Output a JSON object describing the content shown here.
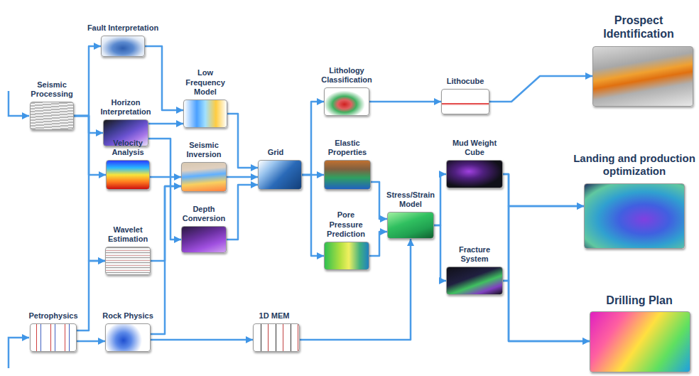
{
  "diagram": {
    "nodes": [
      {
        "text": [
          "Fault Interpretation"
        ]
      },
      {
        "text": [
          "Seismic Processing"
        ]
      },
      {
        "text": [
          "Horizon Interpretation"
        ]
      },
      {
        "text": [
          "Velocity Analysis"
        ]
      },
      {
        "text": [
          "Wavelet Estimation"
        ]
      },
      {
        "text": [
          "Petrophysics"
        ]
      },
      {
        "text": [
          "Rock Physics"
        ]
      },
      {
        "text": [
          "Low Frequency Model"
        ]
      },
      {
        "text": [
          "Seismic Inversion"
        ]
      },
      {
        "text": [
          "Depth Conversion"
        ]
      },
      {
        "text": [
          "Grid"
        ]
      },
      {
        "text": [
          "1D MEM"
        ]
      },
      {
        "text": [
          "Lithology Classification"
        ]
      },
      {
        "text": [
          "Elastic Properties"
        ]
      },
      {
        "text": [
          "Pore Pressure Prediction"
        ]
      },
      {
        "text": [
          "Lithocube"
        ]
      },
      {
        "text": [
          "Stress/Strain Model"
        ]
      },
      {
        "text": [
          "Mud Weight Cube"
        ]
      },
      {
        "text": [
          "Fracture System"
        ]
      },
      {
        "text": [
          "Prospect Identification"
        ]
      },
      {
        "text": [
          "Landing and production optimization"
        ]
      },
      {
        "text": [
          "Drilling Plan"
        ]
      }
    ],
    "edges": [
      {
        "from": 1,
        "to": 0,
        "arrow": "to"
      },
      {
        "from": 1,
        "to": 2,
        "arrow": "to"
      },
      {
        "from": 1,
        "to": 3,
        "arrow": "to"
      },
      {
        "from": 1,
        "to": 4,
        "arrow": "to"
      },
      {
        "from": 5,
        "to": 4,
        "arrow": "to"
      },
      {
        "from": 5,
        "to": 6,
        "arrow": "to"
      },
      {
        "from": 0,
        "to": 7,
        "arrow": "to"
      },
      {
        "from": 2,
        "to": 7,
        "arrow": "to"
      },
      {
        "from": 2,
        "to": 9,
        "arrow": "to"
      },
      {
        "from": 3,
        "to": 8,
        "arrow": "to"
      },
      {
        "from": 4,
        "to": 8,
        "arrow": "to"
      },
      {
        "from": 6,
        "to": 8,
        "arrow": "to"
      },
      {
        "from": 6,
        "to": 11,
        "arrow": "to"
      },
      {
        "from": 7,
        "to": 10,
        "arrow": "to"
      },
      {
        "from": 8,
        "to": 10,
        "arrow": "to"
      },
      {
        "from": 9,
        "to": 10,
        "arrow": "to"
      },
      {
        "from": 10,
        "to": 12,
        "arrow": "to"
      },
      {
        "from": 10,
        "to": 13,
        "arrow": "to"
      },
      {
        "from": 10,
        "to": 14,
        "arrow": "to"
      },
      {
        "from": 12,
        "to": 15,
        "arrow": "to"
      },
      {
        "from": 15,
        "to": 19,
        "arrow": "to"
      },
      {
        "from": 13,
        "to": 16,
        "arrow": "to"
      },
      {
        "from": 14,
        "to": 16,
        "arrow": "to"
      },
      {
        "from": 11,
        "to": 16,
        "arrow": "to"
      },
      {
        "from": 16,
        "to": 17,
        "arrow": "to"
      },
      {
        "from": 16,
        "to": 18,
        "arrow": "to"
      },
      {
        "from": 17,
        "to": 20,
        "arrow": "to"
      },
      {
        "from": 17,
        "to": 21,
        "arrow": "to"
      },
      {
        "from": 18,
        "to": 20,
        "arrow": "to"
      },
      {
        "from": 18,
        "to": 21,
        "arrow": "to"
      }
    ]
  }
}
